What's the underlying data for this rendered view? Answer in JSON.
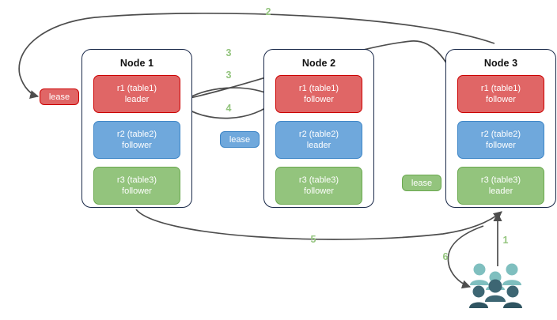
{
  "diagram": {
    "title": "raft-lease-replication-diagram",
    "colors": {
      "red": "#e06666",
      "red_border": "#cc0000",
      "blue": "#6fa8dc",
      "blue_border": "#3d85c6",
      "green": "#93c47d",
      "green_border": "#6aa84f",
      "node_border": "#1b2a4a",
      "edge": "#4d4d4d",
      "label": "#93c47d",
      "user_light": "#7fbfbf",
      "user_dark": "#3d6673"
    }
  },
  "nodes": [
    {
      "id": "node1",
      "title": "Node 1",
      "replicas": [
        {
          "name": "r1 (table1)",
          "role": "leader",
          "color": "red"
        },
        {
          "name": "r2 (table2)",
          "role": "follower",
          "color": "blue"
        },
        {
          "name": "r3 (table3)",
          "role": "follower",
          "color": "green"
        }
      ]
    },
    {
      "id": "node2",
      "title": "Node 2",
      "replicas": [
        {
          "name": "r1 (table1)",
          "role": "follower",
          "color": "red"
        },
        {
          "name": "r2 (table2)",
          "role": "leader",
          "color": "blue"
        },
        {
          "name": "r3 (table3)",
          "role": "follower",
          "color": "green"
        }
      ]
    },
    {
      "id": "node3",
      "title": "Node 3",
      "replicas": [
        {
          "name": "r1 (table1)",
          "role": "follower",
          "color": "red"
        },
        {
          "name": "r2 (table2)",
          "role": "follower",
          "color": "blue"
        },
        {
          "name": "r3 (table3)",
          "role": "leader",
          "color": "green"
        }
      ]
    }
  ],
  "leases": [
    {
      "id": "lease-red",
      "label": "lease",
      "color": "red"
    },
    {
      "id": "lease-blue",
      "label": "lease",
      "color": "blue"
    },
    {
      "id": "lease-green",
      "label": "lease",
      "color": "green"
    }
  ],
  "edge_labels": [
    {
      "id": "label-1",
      "text": "1"
    },
    {
      "id": "label-2",
      "text": "2"
    },
    {
      "id": "label-3a",
      "text": "3"
    },
    {
      "id": "label-3b",
      "text": "3"
    },
    {
      "id": "label-4",
      "text": "4"
    },
    {
      "id": "label-5",
      "text": "5"
    },
    {
      "id": "label-6",
      "text": "6"
    }
  ],
  "actors": {
    "users_label": "users-group-icon"
  }
}
